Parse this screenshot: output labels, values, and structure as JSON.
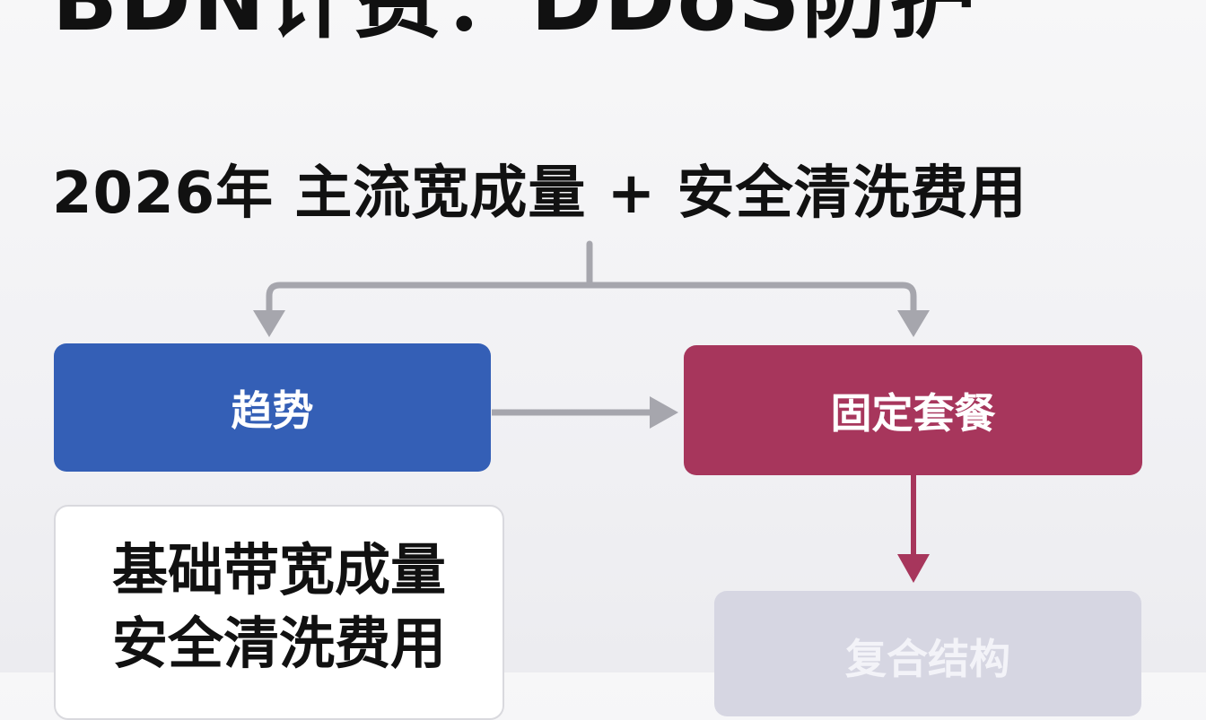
{
  "header": {
    "top_title": "BDN计费：DDoS防护",
    "subtitle": "2026年 主流宽成量 + 安全清洗费用"
  },
  "diagram": {
    "trend_box": {
      "label": "趋势",
      "color": "#345fb6"
    },
    "fixed_box": {
      "label": "固定套餐",
      "color": "#a7365c"
    },
    "composite_box": {
      "label": "复合结构",
      "color": "#d6d6e2"
    },
    "detail_box": {
      "lines": [
        "基础带宽成量",
        "安全清洗费用"
      ]
    },
    "arrow_colors": {
      "gray": "#a6a6ad",
      "red": "#a7365c"
    }
  }
}
